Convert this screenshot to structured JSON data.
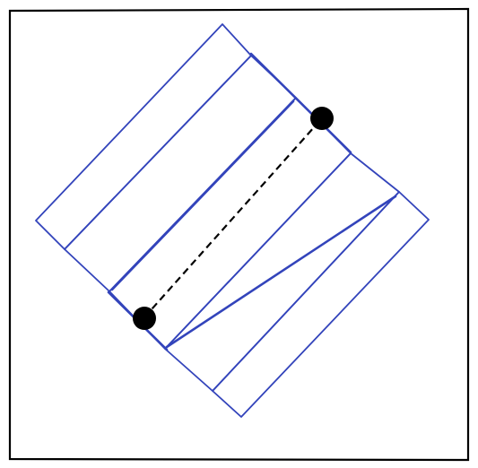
{
  "diagram": {
    "colors": {
      "frame": "#000000",
      "strips": "#3344bb",
      "points": "#000000",
      "connector": "#000000"
    },
    "strip_count": 5,
    "point_count": 2,
    "connector_style": "dashed"
  }
}
